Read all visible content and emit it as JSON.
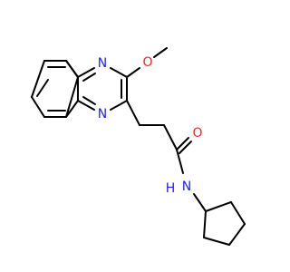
{
  "molecule": {
    "atom_labels": {
      "n_upper": "N",
      "n_lower": "N",
      "o_methoxy": "O",
      "o_carbonyl": "O",
      "n_amide": "N",
      "h_amide": "H"
    },
    "colors": {
      "bond": "#000000",
      "nitrogen": "#2020ff",
      "oxygen": "#ff2020"
    }
  }
}
